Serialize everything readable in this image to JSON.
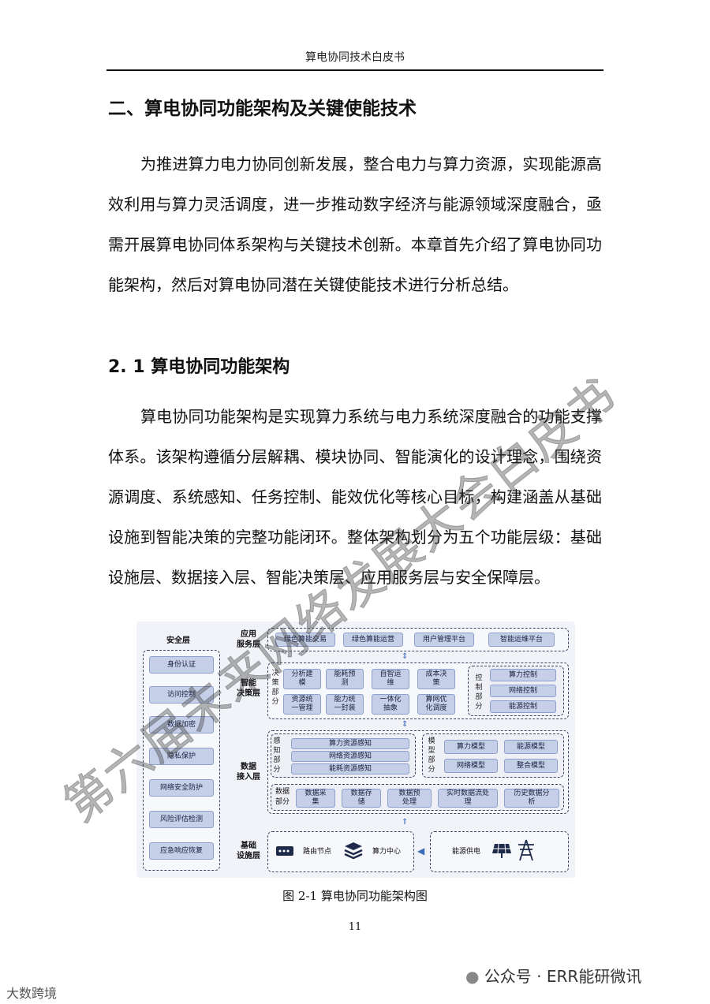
{
  "header": {
    "title": "算电协同技术白皮书"
  },
  "section": {
    "heading": "二、算电协同功能架构及关键使能技术",
    "intro": "为推进算力电力协同创新发展，整合电力与算力资源，实现能源高效利用与算力灵活调度，进一步推动数字经济与能源领域深度融合，亟需开展算电协同体系架构与关键技术创新。本章首先介绍了算电协同功能架构，然后对算电协同潜在关键使能技术进行分析总结。"
  },
  "subsection": {
    "heading": "2. 1  算电协同功能架构",
    "body": "算电协同功能架构是实现算力系统与电力系统深度融合的功能支撑体系。该架构遵循分层解耦、模块协同、智能演化的设计理念，围绕资源调度、系统感知、任务控制、能效优化等核心目标，构建涵盖从基础设施到智能决策的完整功能闭环。整体架构划分为五个功能层级：基础设施层、数据接入层、智能决策层、应用服务层与安全保障层。"
  },
  "figure": {
    "caption": "图 2-1 算电协同功能架构图",
    "security": {
      "title": "安全层",
      "items": [
        "身份认证",
        "访问控制",
        "数据加密",
        "隐私保护",
        "网络安全防护",
        "风险评估检测",
        "应急响应恢复"
      ]
    },
    "app_layer": {
      "label": "应用\n服务层",
      "items": [
        "绿色算能交易",
        "绿色算能运营",
        "用户管理平台",
        "智能运维平台"
      ]
    },
    "decision_layer": {
      "label": "智能\n决策层",
      "decision_label": "决策部分",
      "decision_items": [
        "分析建\n模",
        "能耗预\n测",
        "自智运\n维",
        "成本决\n策",
        "资源统\n一管理",
        "能力统\n一封装",
        "一体化\n抽象",
        "算网优\n化调度"
      ],
      "control_label": "控制部分",
      "control_items": [
        "算力控制",
        "网络控制",
        "能源控制"
      ]
    },
    "data_layer": {
      "label": "数据\n接入层",
      "sense_label": "感知部分",
      "sense_items": [
        "算力资源感知",
        "网络资源感知",
        "能耗资源感知"
      ],
      "model_label": "模型部分",
      "model_items": [
        "算力模型",
        "能源模型",
        "网络模型",
        "整合模型"
      ],
      "data_label": "数据\n部分",
      "data_items": [
        "数据采\n集",
        "数据存\n储",
        "数据预\n处理",
        "实时数据流处\n理",
        "历史数据分\n析"
      ]
    },
    "infra_layer": {
      "label": "基础\n设施层",
      "router": "路由节点",
      "compute": "算力中心",
      "energy": "能源供电"
    }
  },
  "page_number": "11",
  "footer": {
    "account": "公众号 · ERR能研微讯",
    "left_mark": "大数跨境"
  },
  "watermark": "第六届未来网络发展大会白皮书"
}
